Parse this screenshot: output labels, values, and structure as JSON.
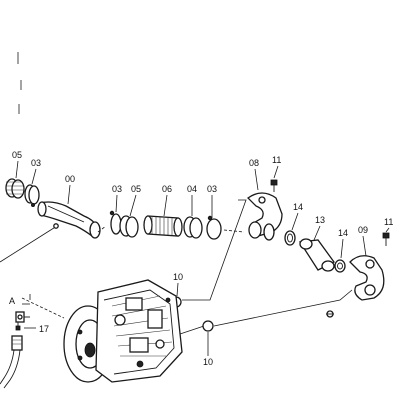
{
  "callouts": [
    {
      "id": "c05a",
      "text": "05"
    },
    {
      "id": "c03a",
      "text": "03"
    },
    {
      "id": "c00",
      "text": "00"
    },
    {
      "id": "c03b",
      "text": "03"
    },
    {
      "id": "c05b",
      "text": "05"
    },
    {
      "id": "c06",
      "text": "06"
    },
    {
      "id": "c04",
      "text": "04"
    },
    {
      "id": "c03c",
      "text": "03"
    },
    {
      "id": "c08",
      "text": "08"
    },
    {
      "id": "c11a",
      "text": "11"
    },
    {
      "id": "c14a",
      "text": "14"
    },
    {
      "id": "c13",
      "text": "13"
    },
    {
      "id": "c14b",
      "text": "14"
    },
    {
      "id": "c09",
      "text": "09"
    },
    {
      "id": "c11b",
      "text": "11"
    },
    {
      "id": "c10a",
      "text": "10"
    },
    {
      "id": "c10b",
      "text": "10"
    },
    {
      "id": "cA",
      "text": "A"
    },
    {
      "id": "c17",
      "text": "17"
    }
  ]
}
